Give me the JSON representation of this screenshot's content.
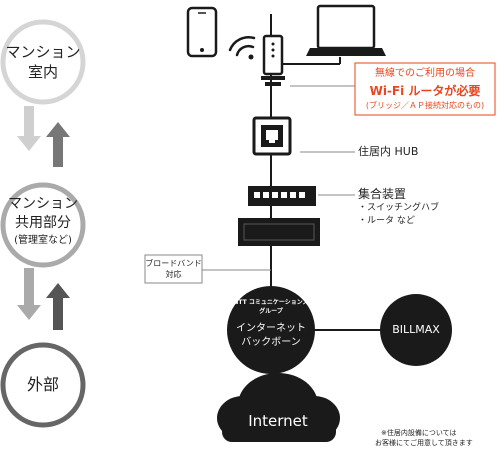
{
  "zones": {
    "indoor": "マンション\n室内",
    "common_line1": "マンション",
    "common_line2": "共用部分",
    "common_sub": "(管理室など)",
    "outside": "外部"
  },
  "wifi_note": {
    "line1": "無線でのご利用の場合",
    "line2": "Wi-Fi ルータが必要",
    "line3": "(ブリッジ／ＡＰ接続対応のもの)"
  },
  "hub_label": "住居内 HUB",
  "equipment": {
    "title": "集合装置",
    "item1": "・スイッチングハブ",
    "item2": "・ルータ など"
  },
  "broadband": {
    "line1": "ブロードバンド",
    "line2": "対応"
  },
  "backbone": {
    "group_line1": "NTT コミュニケーションズ",
    "group_line2": "グループ",
    "label_line1": "インターネット",
    "label_line2": "バックボーン"
  },
  "billmax": "BILLMAX",
  "internet": "Internet",
  "footnote": {
    "line1": "※住居内設備については",
    "line2": "お客様にてご用意して頂きます"
  },
  "colors": {
    "accent_red": "#e8461e",
    "line_gray": "#888888",
    "dark": "#1a1a1a"
  }
}
